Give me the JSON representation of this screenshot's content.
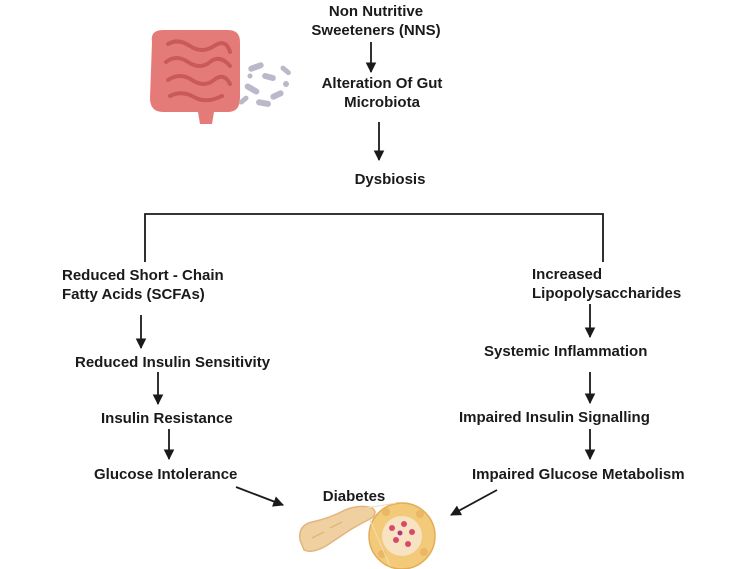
{
  "diagram": {
    "top": {
      "nns": [
        "Non Nutritive",
        "Sweeteners (NNS)"
      ],
      "alteration": [
        "Alteration Of Gut",
        "Microbiota"
      ],
      "dysbiosis": "Dysbiosis"
    },
    "left_branch": {
      "scfa": [
        "Reduced Short - Chain",
        "Fatty Acids (SCFAs)"
      ],
      "insulin_sensitivity": "Reduced Insulin Sensitivity",
      "insulin_resistance": "Insulin Resistance",
      "glucose_intolerance": "Glucose Intolerance"
    },
    "right_branch": {
      "lps": [
        "Increased",
        "Lipopolysaccharides"
      ],
      "inflammation": "Systemic Inflammation",
      "insulin_signalling": "Impaired Insulin Signalling",
      "glucose_metabolism": "Impaired Glucose Metabolism"
    },
    "outcome": "Diabetes"
  },
  "icons": [
    "gut-intestine-icon",
    "gut-bacteria-icon",
    "pancreas-icon",
    "pancreatic-islet-icon"
  ],
  "colors": {
    "text": "#1a1a1a",
    "arrow": "#1a1a1a",
    "intestine": "#e57b78",
    "intestine_dark": "#c95a58",
    "bacteria": "#b9b9c9",
    "pancreas": "#f0cfa0",
    "islet": "#f3c97a",
    "islet_cells": "#d94a6a"
  }
}
